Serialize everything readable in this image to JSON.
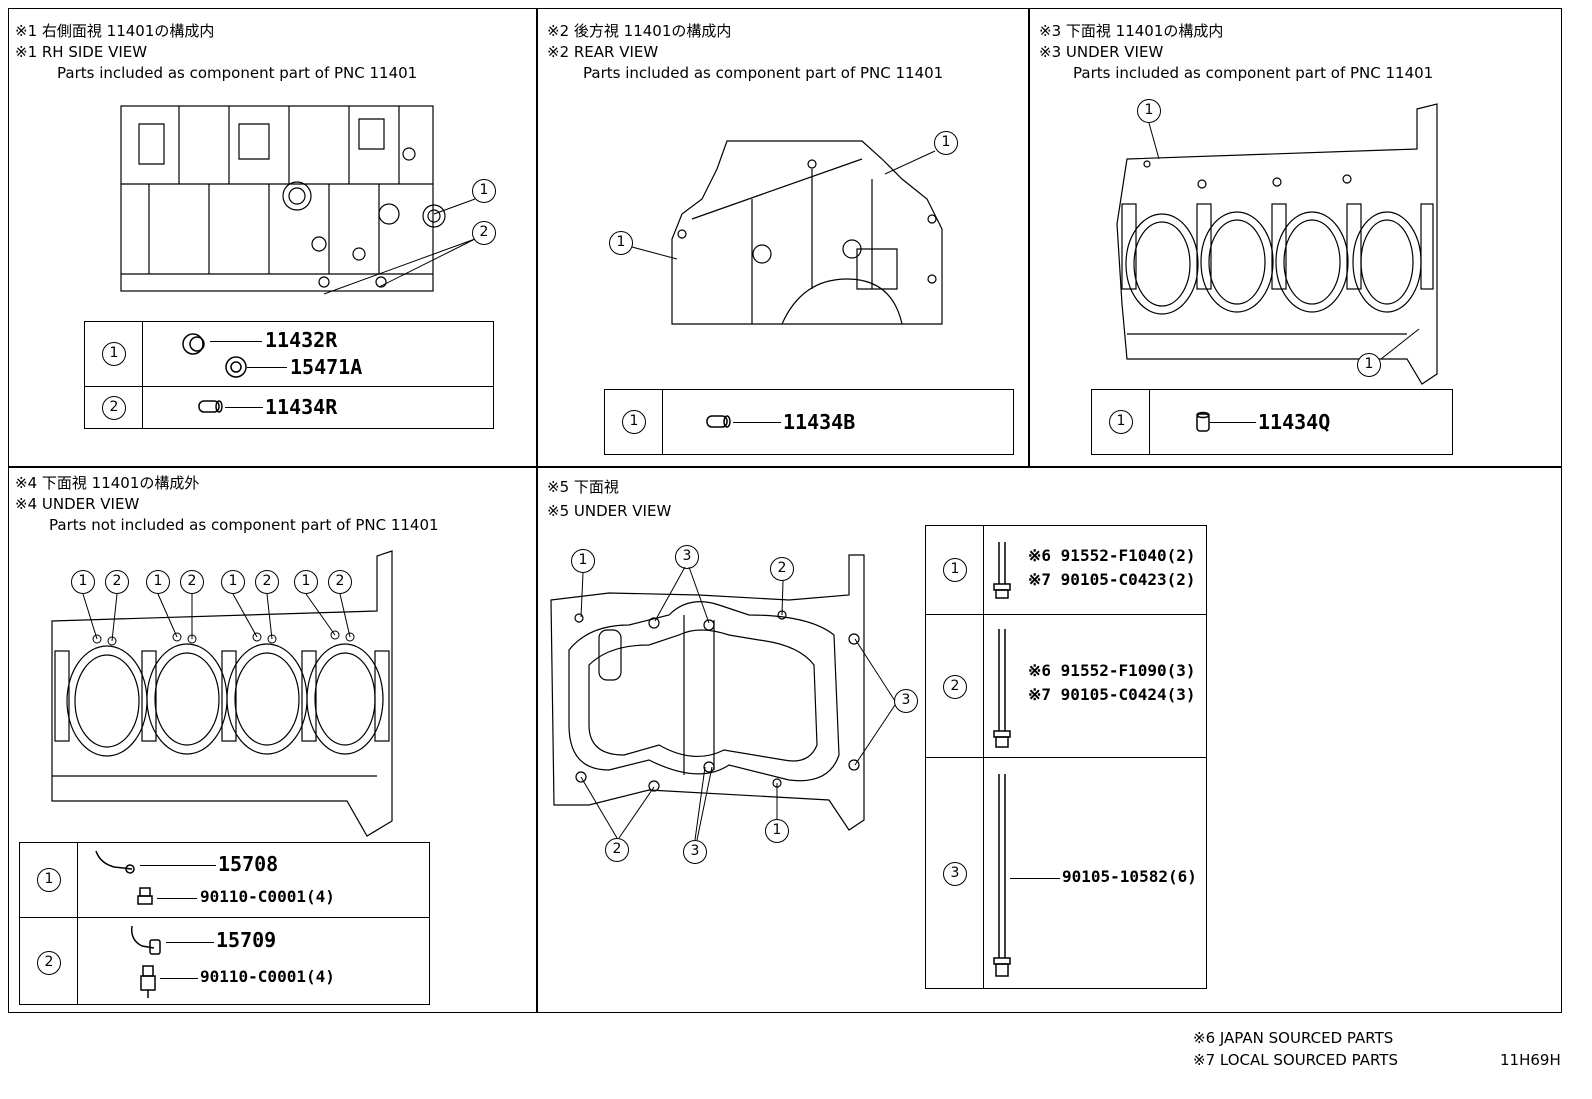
{
  "panels": {
    "p1": {
      "line1": "※1 右側面視 11401の構成内",
      "line2": "※1 RH SIDE VIEW",
      "line3": "Parts included as component part of PNC 11401"
    },
    "p2": {
      "line1": "※2 後方視 11401の構成内",
      "line2": "※2 REAR VIEW",
      "line3": "Parts included as component part of PNC 11401"
    },
    "p3": {
      "line1": "※3 下面視 11401の構成内",
      "line2": "※3 UNDER VIEW",
      "line3": "Parts included as component part of PNC 11401"
    },
    "p4": {
      "line1": "※4 下面視 11401の構成外",
      "line2": "※4 UNDER VIEW",
      "line3": "Parts not included as component part of PNC 11401"
    },
    "p5": {
      "line1": "※5 下面視",
      "line2": "※5 UNDER VIEW"
    }
  },
  "callout_labels": {
    "one": "1",
    "two": "2",
    "three": "3"
  },
  "parts": {
    "p1": {
      "r1a": "11432R",
      "r1b": "15471A",
      "r2": "11434R"
    },
    "p2": {
      "r1": "11434B"
    },
    "p3": {
      "r1": "11434Q"
    },
    "p4": {
      "r1a": "15708",
      "r1b": "90110-C0001(4)",
      "r2a": "15709",
      "r2b": "90110-C0001(4)"
    },
    "p5": {
      "r1a": "※6 91552-F1040(2)",
      "r1b": "※7 90105-C0423(2)",
      "r2a": "※6 91552-F1090(3)",
      "r2b": "※7 90105-C0424(3)",
      "r3": "90105-10582(6)"
    }
  },
  "footer": {
    "note6": "※6 JAPAN SOURCED PARTS",
    "note7": "※7 LOCAL SOURCED PARTS",
    "code": "11H69H"
  }
}
